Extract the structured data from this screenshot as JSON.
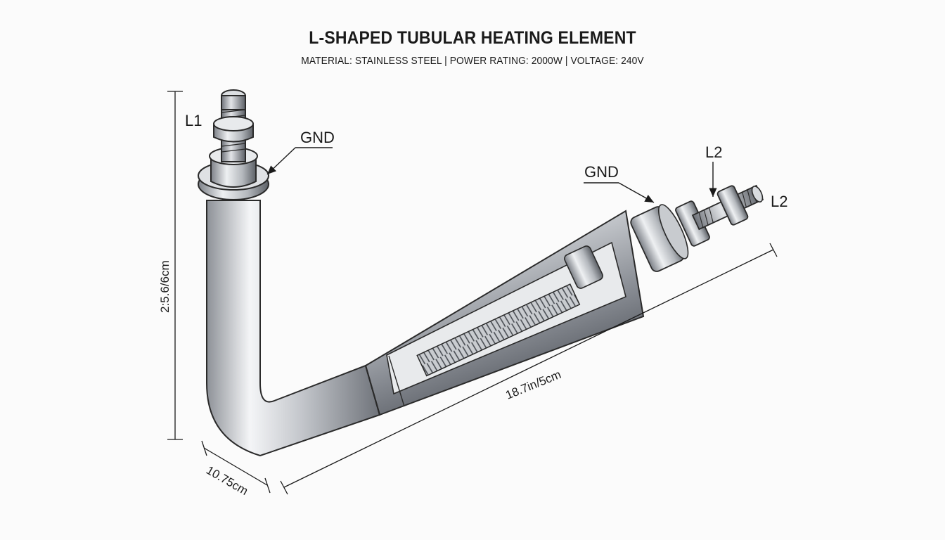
{
  "title": "L-SHAPED TUBULAR HEATING ELEMENT",
  "subtitle": "MATERIAL: STAINLESS STEEL | POWER RATING: 2000W | VOLTAGE: 240V",
  "terminals": {
    "left_terminal": "L1",
    "left_ground": "GND",
    "right_ground": "GND",
    "right_terminal_top": "L2",
    "right_terminal_side": "L2"
  },
  "dimensions": {
    "vertical_leg": "2:5.6/6cm",
    "bend_width": "10.75cm",
    "horizontal_leg": "18.7in/5cm"
  },
  "colors": {
    "metal_light": "#f2f3f5",
    "metal_mid": "#b9bcc1",
    "metal_dark": "#6d7177",
    "outline": "#2a2a2a"
  }
}
